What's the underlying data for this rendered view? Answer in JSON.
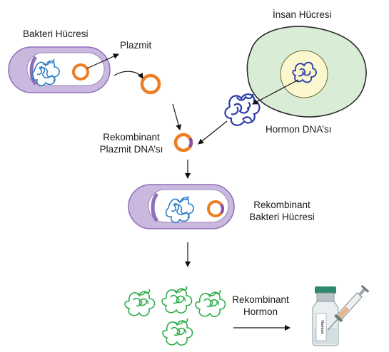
{
  "labels": {
    "bacteria_cell": "Bakteri Hücresi",
    "plasmid": "Plazmit",
    "human_cell": "İnsan Hücresi",
    "hormone_dna": "Hormon DNA’sı",
    "recombinant_plasmid_line1": "Rekombinant",
    "recombinant_plasmid_line2": "Plazmit DNA’sı",
    "recombinant_bacteria_line1": "Rekombinant",
    "recombinant_bacteria_line2": "Bakteri Hücresi",
    "recombinant_hormone_line1": "Rekombinant",
    "recombinant_hormone_line2": "Hormon",
    "vial_label": "Hormon"
  },
  "colors": {
    "cell_wall": "#cbb8df",
    "cell_wall_dark": "#8f6fb7",
    "cytoplasm": "#f4f4f4",
    "bacterial_dna": "#2f7fc7",
    "plasmid": "#ef7d22",
    "insert": "#8b4fa3",
    "human_cell_outer": "#d9ecd6",
    "human_cell_border": "#2b2b2b",
    "nucleus": "#fbf8cf",
    "hormone_dna": "#2c3aa8",
    "hormone_protein": "#2fae4e",
    "arrow": "#111111"
  },
  "icons": {
    "bacteria": "rod-bacterium-icon",
    "plasmid": "plasmid-ring-icon",
    "human_cell": "animal-cell-icon",
    "dna": "dna-coil-icon",
    "protein": "protein-coil-icon",
    "vial": "vial-icon",
    "syringe": "syringe-icon"
  }
}
